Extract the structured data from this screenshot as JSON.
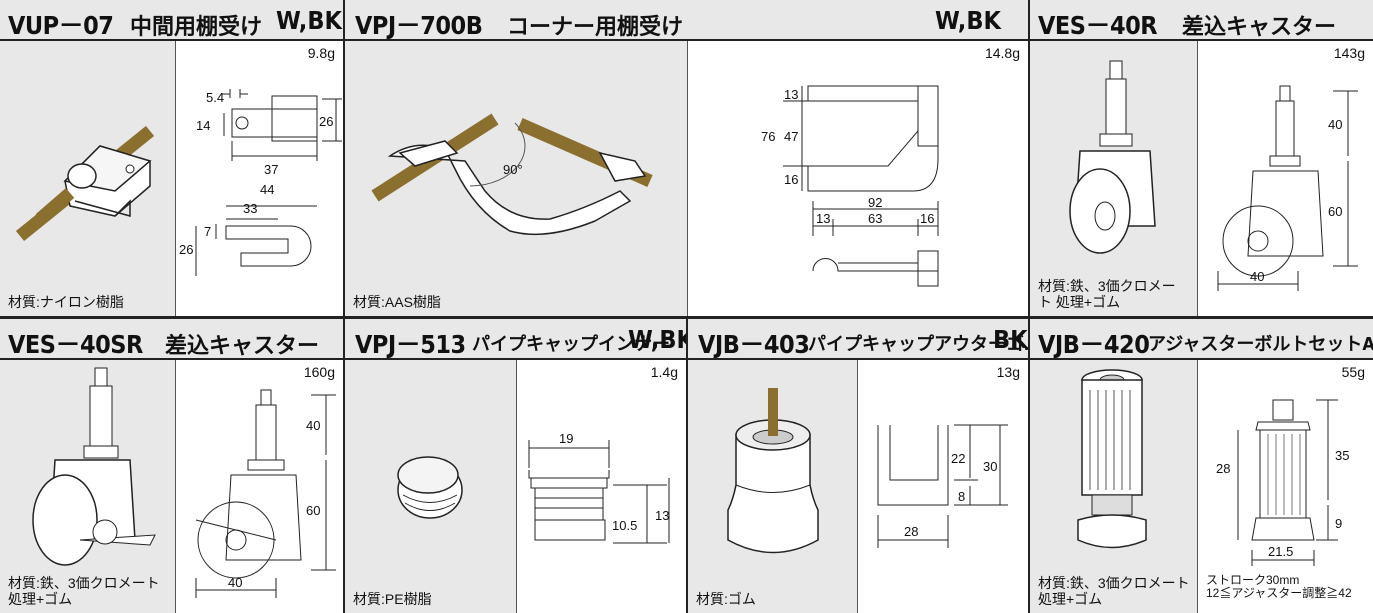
{
  "products": [
    {
      "code": "VUP－07",
      "name": "中間用棚受け",
      "color": "W,BK",
      "weight": "9.8g",
      "material": "材質:ナイロン樹脂",
      "dims": [
        "5.4",
        "14",
        "26",
        "37",
        "44",
        "33",
        "7",
        "26"
      ]
    },
    {
      "code": "VPJ－700B",
      "name": "コーナー用棚受け",
      "color": "W,BK",
      "weight": "14.8g",
      "material": "材質:AAS樹脂",
      "angle": "90°",
      "dims": [
        "13",
        "76",
        "47",
        "16",
        "92",
        "13",
        "63",
        "16"
      ]
    },
    {
      "code": "VES－40R",
      "name": "差込キャスター",
      "color": "",
      "weight": "143g",
      "material": "材質:鉄、3価クロメート 処理+ゴム",
      "dims": [
        "40",
        "60",
        "40"
      ]
    },
    {
      "code": "VES－40SR",
      "name": "差込キャスター",
      "color": "",
      "weight": "160g",
      "material": "材質:鉄、3価クロメート 処理+ゴム",
      "dims": [
        "40",
        "60",
        "40"
      ]
    },
    {
      "code": "VPJ－513",
      "name": "パイプキャップインナー",
      "color": "W,BK",
      "weight": "1.4g",
      "material": "材質:PE樹脂",
      "dims": [
        "19",
        "10.5",
        "13"
      ]
    },
    {
      "code": "VJB－403",
      "name": "パイプキャップアウターゴムA",
      "color": "BK",
      "weight": "13g",
      "material": "材質:ゴム",
      "dims": [
        "22",
        "30",
        "8",
        "28"
      ]
    },
    {
      "code": "VJB－420",
      "name": "アジャスターボルトセットA",
      "color": "",
      "weight": "55g",
      "material": "材質:鉄、3価クロメート 処理+ゴム",
      "dims": [
        "28",
        "35",
        "9",
        "21.5"
      ],
      "note1": "ストローク30mm",
      "note2": "12≦アジャスター調整≧42"
    }
  ]
}
